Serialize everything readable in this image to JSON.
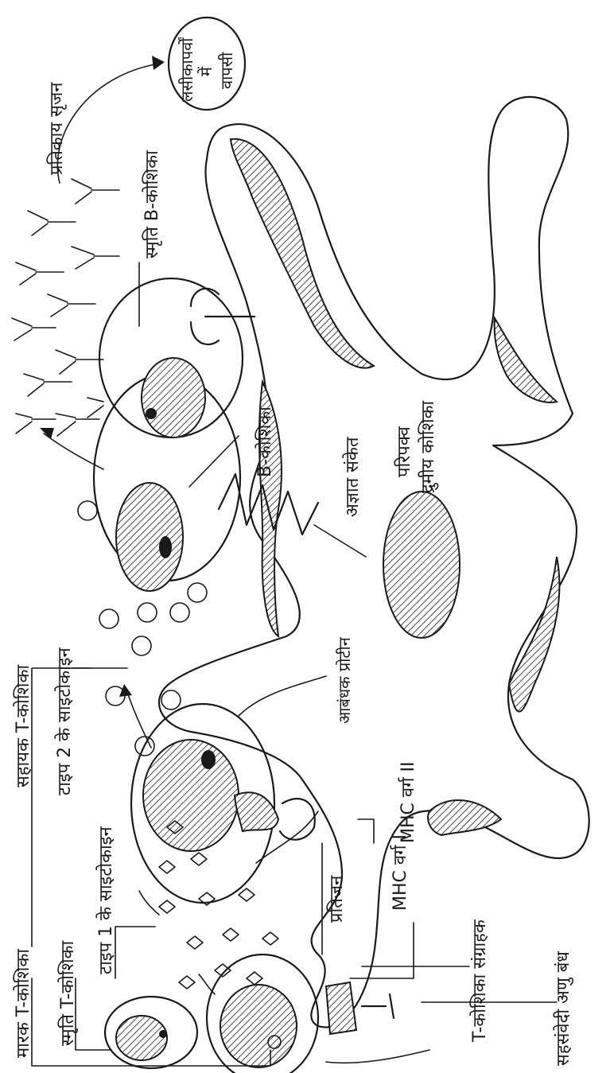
{
  "labels": {
    "killer_t_cell": "मारक T-कोशिका",
    "memory_t_cell": "स्मृति T-कोशिका",
    "type1_cytokine": "टाइप 1 के साइटोकाइन",
    "helper_t_cell": "सहायक T-कोशिका",
    "type2_cytokine": "टाइप 2 के साइटोकाइन",
    "antigen": "प्रतिजन",
    "mhc_class_1": "MHC वर्ग I",
    "mhc_class_2": "MHC वर्ग II",
    "binding_protein": "आबंधक प्रोटीन",
    "unknown_signal": "अज्ञात संकेत",
    "b_cell": "B-कोशिका",
    "memory_b_cell": "स्मृति B-कोशिका",
    "antibody_production": "प्रतिकाय सृजन",
    "to_lymph_nodes_line1": "लसीकापर्वों",
    "to_lymph_nodes_line2": "में",
    "to_lymph_nodes_line3": "वापसी",
    "t_cell_receptor": "T-कोशिका संग्राहक",
    "costimulatory_molecule": "सहसंवेदी अणु बंध",
    "mature_dendritic_cell_line1": "परिपक्व",
    "mature_dendritic_cell_line2": "द्रुमीय कोशिका"
  }
}
